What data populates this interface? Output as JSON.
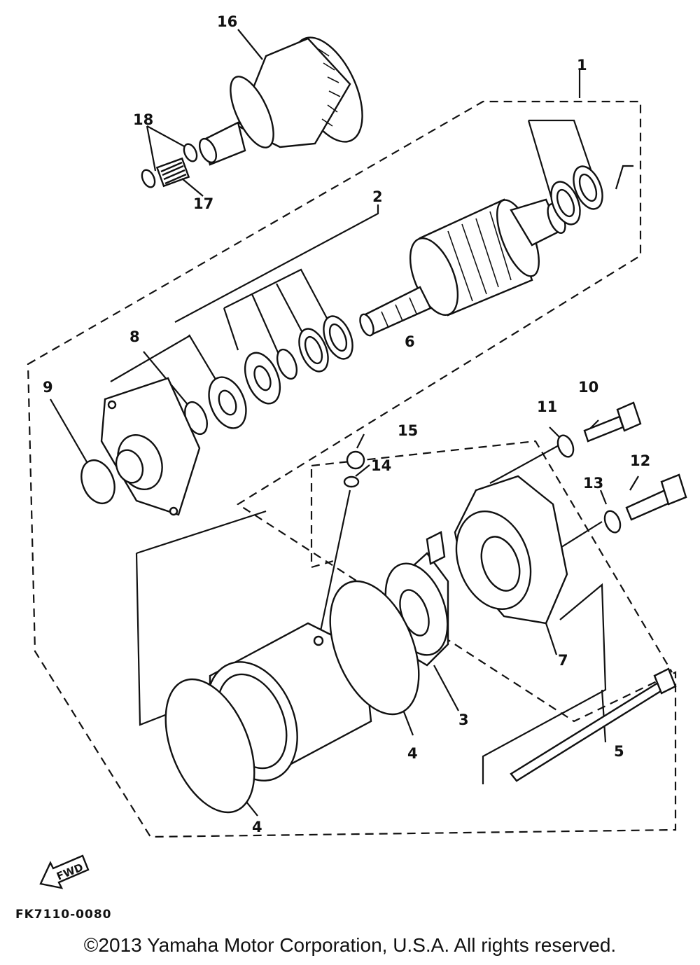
{
  "diagram": {
    "callouts": {
      "c1": "1",
      "c2": "2",
      "c3": "3",
      "c4a": "4",
      "c4b": "4",
      "c5": "5",
      "c6": "6",
      "c7": "7",
      "c8": "8",
      "c9": "9",
      "c10": "10",
      "c11": "11",
      "c12": "12",
      "c13": "13",
      "c14": "14",
      "c15": "15",
      "c16": "16",
      "c17": "17",
      "c18": "18"
    },
    "fwd_label": "FWD",
    "diagram_code": "FK7110-0080"
  },
  "footer": {
    "copyright": "©2013 Yamaha Motor Corporation, U.S.A. All rights reserved."
  }
}
